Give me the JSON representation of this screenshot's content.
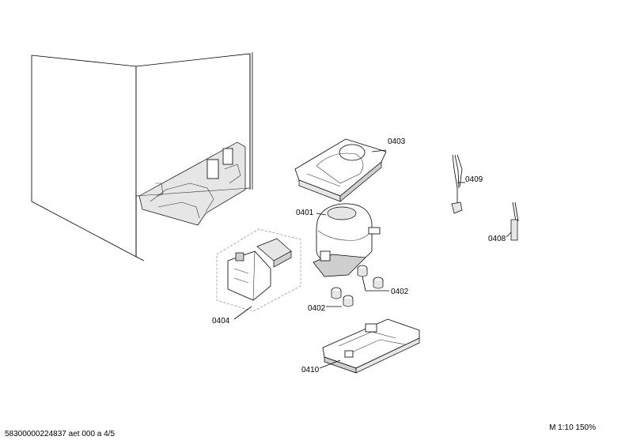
{
  "parts": [
    {
      "id": "0403",
      "label": "0403"
    },
    {
      "id": "0401",
      "label": "0401"
    },
    {
      "id": "0409",
      "label": "0409"
    },
    {
      "id": "0408",
      "label": "0408"
    },
    {
      "id": "0402a",
      "label": "0402"
    },
    {
      "id": "0402b",
      "label": "0402"
    },
    {
      "id": "0404",
      "label": "0404"
    },
    {
      "id": "0410",
      "label": "0410"
    }
  ],
  "footer": {
    "document_id": "58300000224837 aet 000 a 4/5",
    "scale": "M 1:10 150%"
  }
}
